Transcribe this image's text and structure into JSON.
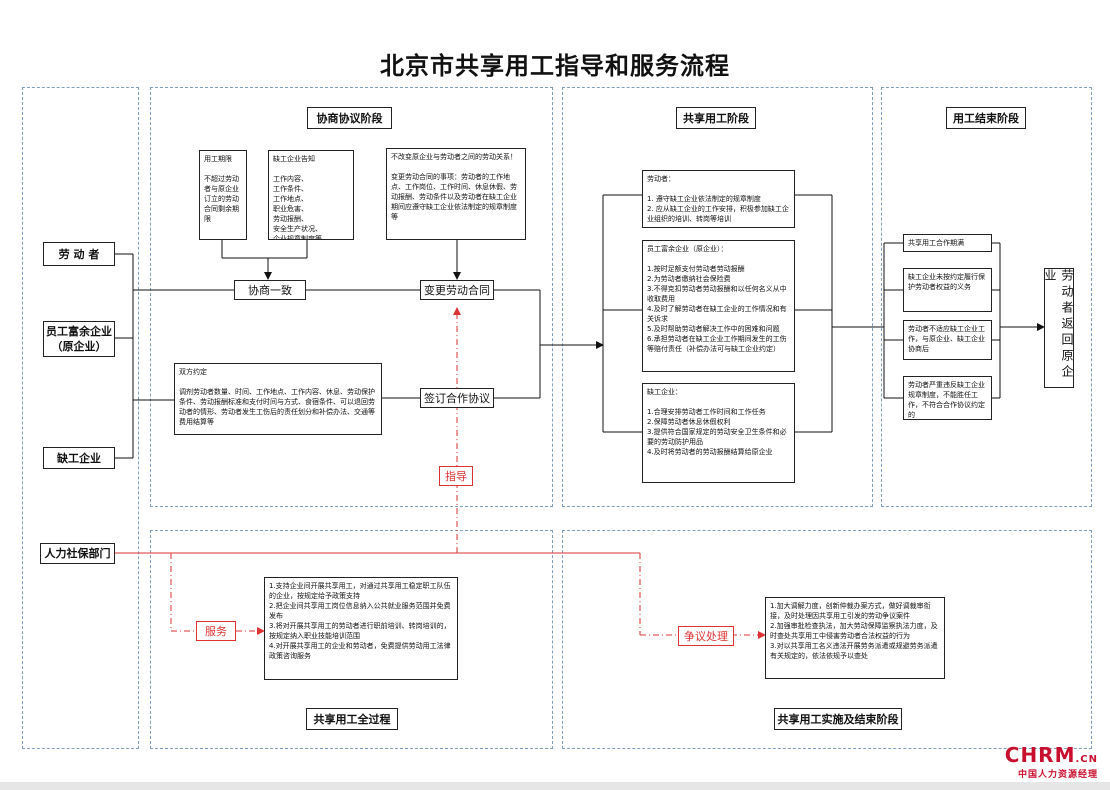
{
  "title": "北京市共享用工指导和服务流程",
  "stages": {
    "negotiation": "协商协议阶段",
    "employment": "共享用工阶段",
    "end": "用工结束阶段",
    "process": "共享用工全过程",
    "implementation": "共享用工实施及结束阶段"
  },
  "actors": {
    "worker": "劳 动 者",
    "surplus": "员工富余企业\n（原企业）",
    "shortage": "缺工企业",
    "hr_dept": "人力社保部门"
  },
  "nodes": {
    "consensus": "协商一致",
    "change_contract": "变更劳动合同",
    "sign_agreement": "签订合作协议",
    "guide": "指导",
    "service": "服务",
    "dispute": "争议处理",
    "return_original": "劳动者返回原企业"
  },
  "boxes": {
    "term": "用工期限\n\n不超过劳动者与原企业订立的劳动合同剩余期限",
    "notify": "缺工企业告知\n\n工作内容、\n工作条件、\n工作地点、\n职业危害、\n劳动报酬、\n安全生产状况、\n企业规章制度等",
    "no_change": "不改变原企业与劳动者之间的劳动关系！\n\n变更劳动合同的事项：劳动者的工作地点、工作岗位、工作时间、休息休假、劳动报酬、劳动条件以及劳动者在缺工企业期间应遵守缺工企业依法制定的规章制度等",
    "bilateral": "双方约定\n\n调剂劳动者数量、时间、工作地点、工作内容、休息、劳动保护条件、劳动报酬标准和支付时间与方式、食宿条件、可以退回劳动者的情形、劳动者发生工伤后的责任划分和补偿办法、交通等费用结算等",
    "worker_duties": "劳动者：\n\n1. 遵守缺工企业依法制定的规章制度\n2. 应从缺工企业的工作安排，积极参加缺工企业组织的培训、转岗等培训",
    "surplus_duties": "员工富余企业（原企业）：\n\n1.按时足额支付劳动者劳动报酬\n2.为劳动者缴纳社会保险费\n3.不得克扣劳动者劳动报酬和以任何名义从中收取费用\n4.及时了解劳动者在缺工企业的工作情况和有关诉求\n5.及时帮助劳动者解决工作中的困难和问题\n6.承担劳动者在缺工企业工作期间发生的工伤等赔付责任（补偿办法可与缺工企业约定）",
    "shortage_duties": "缺工企业：\n\n1.合理安排劳动者工作时间和工作任务\n2.保障劳动者休息休假权利\n3.提供符合国家规定的劳动安全卫生条件和必要的劳动防护用品\n4.及时将劳动者的劳动报酬结算给原企业",
    "end1": "共享用工合作期满",
    "end2": "缺工企业未按约定履行保护劳动者权益的义务",
    "end3": "劳动者不适应缺工企业工作，与原企业、缺工企业协商后",
    "end4": "劳动者严重违反缺工企业规章制度，不能胜任工作，不符合合作协议约定的",
    "service_text": "1.支持企业间开展共享用工，对通过共享用工稳定职工队伍的企业，按规定给予政策支持\n2.把企业间共享用工岗位信息纳入公共就业服务范围并免费发布\n3.将对开展共享用工的劳动者进行职前培训、转岗培训的，按规定纳入职业技能培训范围\n4.对开展共享用工的企业和劳动者，免费提供劳动用工法律政策咨询服务",
    "dispute_text": "1.加大调解力度，创新仲裁办案方式，做好调裁审衔接，及时处理因共享用工引发的劳动争议案件\n2.加强审批检查执法，加大劳动保障监察执法力度，及时查处共享用工中侵害劳动者合法权益的行为\n3.对以共享用工名义违法开展劳务派遣或规避劳务派遣有关规定的，依法依规予以查处"
  },
  "logo": {
    "main": "CHRM",
    "suffix": ".CN",
    "sub": "中国人力资源经理"
  },
  "colors": {
    "accent": "#d33333",
    "border": "#222222",
    "dashed": "#7f9fbf"
  }
}
